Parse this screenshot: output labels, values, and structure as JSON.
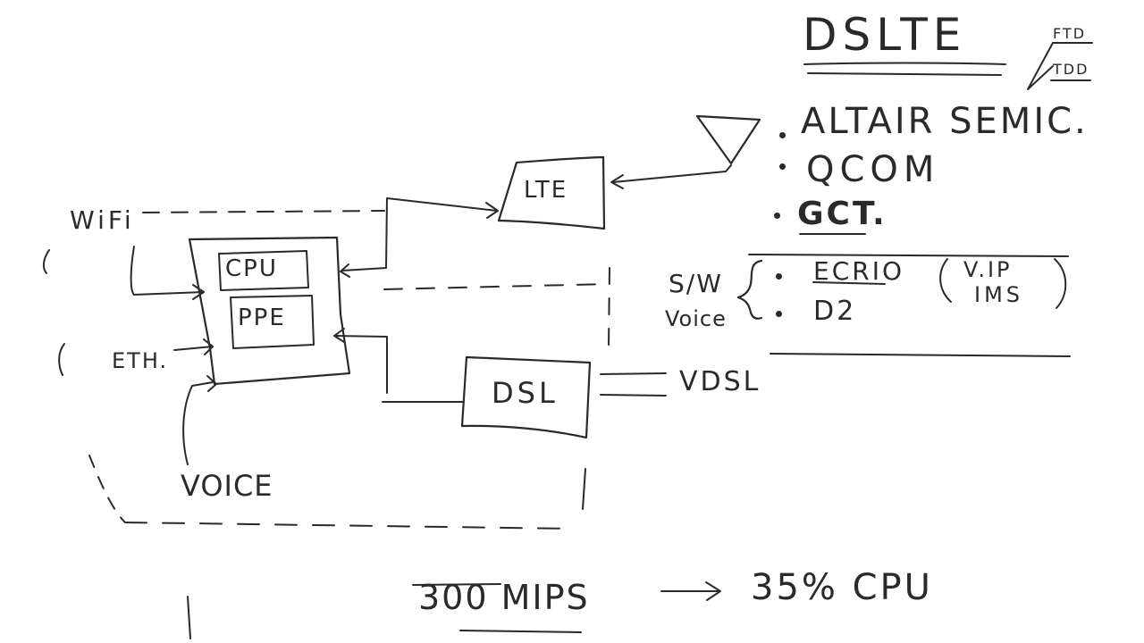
{
  "title": "DSLTE",
  "title_note": {
    "top": "FTD",
    "bottom": "TDD"
  },
  "diagram": {
    "wifi": "WiFi",
    "cpu": "CPU",
    "ppe": "PPE",
    "eth": "ETH.",
    "voice": "VOICE",
    "lte": "LTE",
    "dsl_box": "DSL",
    "vdsl": "VDSL"
  },
  "vendors": [
    "ALTAIR SEMIC.",
    "QCOM",
    "GCT."
  ],
  "software": {
    "label_sw": "S/W",
    "label_voice": "Voice",
    "items": [
      "ECRIO",
      "D2"
    ],
    "note": {
      "line1": "V.IP",
      "line2": "IMS"
    }
  },
  "footer": {
    "left": "300 MIPS",
    "arrow": "→",
    "right": "35% CPU"
  }
}
